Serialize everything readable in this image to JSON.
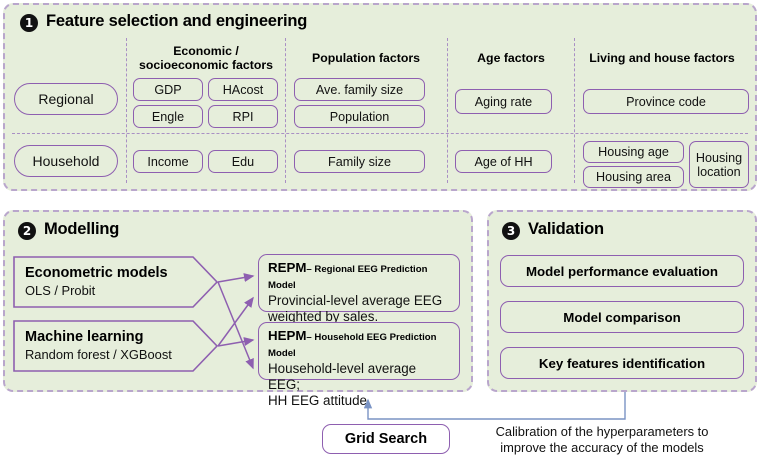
{
  "diagram": {
    "panels": {
      "features": {
        "number": "1",
        "title": "Feature selection and engineering",
        "row_labels": [
          "Regional",
          "Household"
        ],
        "columns": [
          {
            "header": "Economic /\nsocioeconomic factors",
            "header_line1": "Economic /",
            "header_line2": "socioeconomic factors",
            "regional": [
              "GDP",
              "HAcost",
              "Engle",
              "RPI"
            ],
            "household": [
              "Income",
              "Edu"
            ]
          },
          {
            "header": "Population factors",
            "header_line1": "Population factors",
            "header_line2": "",
            "regional": [
              "Ave. family size",
              "Population"
            ],
            "household": [
              "Family size"
            ]
          },
          {
            "header": "Age factors",
            "header_line1": "Age factors",
            "header_line2": "",
            "regional": [
              "Aging rate"
            ],
            "household": [
              "Age of HH"
            ]
          },
          {
            "header": "Living and house factors",
            "header_line1": "Living and house factors",
            "header_line2": "",
            "regional": [
              "Province code"
            ],
            "household": [
              "Housing age",
              "Housing area",
              "Housing location"
            ]
          }
        ]
      },
      "modelling": {
        "number": "2",
        "title": "Modelling",
        "methods": [
          {
            "title": "Econometric models",
            "subtitle": "OLS / Probit"
          },
          {
            "title": "Machine learning",
            "subtitle": "Random forest / XGBoost"
          }
        ],
        "outputs": [
          {
            "acronym": "REPM",
            "expansion": "– Regional EEG Prediction Model",
            "body_line1": "Provincial-level average EEG",
            "body_line2": "weighted by sales."
          },
          {
            "acronym": "HEPM",
            "expansion": "– Household EEG Prediction Model",
            "body_line1": "Household-level average EEG;",
            "body_line2": "HH EEG attitude."
          }
        ]
      },
      "validation": {
        "number": "3",
        "title": "Validation",
        "items": [
          "Model performance evaluation",
          "Model comparison",
          "Key features identification"
        ]
      }
    },
    "bottom": {
      "grid_search_label": "Grid Search",
      "caption_line1": "Calibration of the hyperparameters to",
      "caption_line2": "improve the accuracy of the models"
    },
    "colors": {
      "panel_fill": "#e6eedb",
      "panel_border": "#b9a6cc",
      "box_border": "#8e5fb0",
      "feedback_arrow": "#7a93c4",
      "badge_fill": "#111111"
    }
  }
}
